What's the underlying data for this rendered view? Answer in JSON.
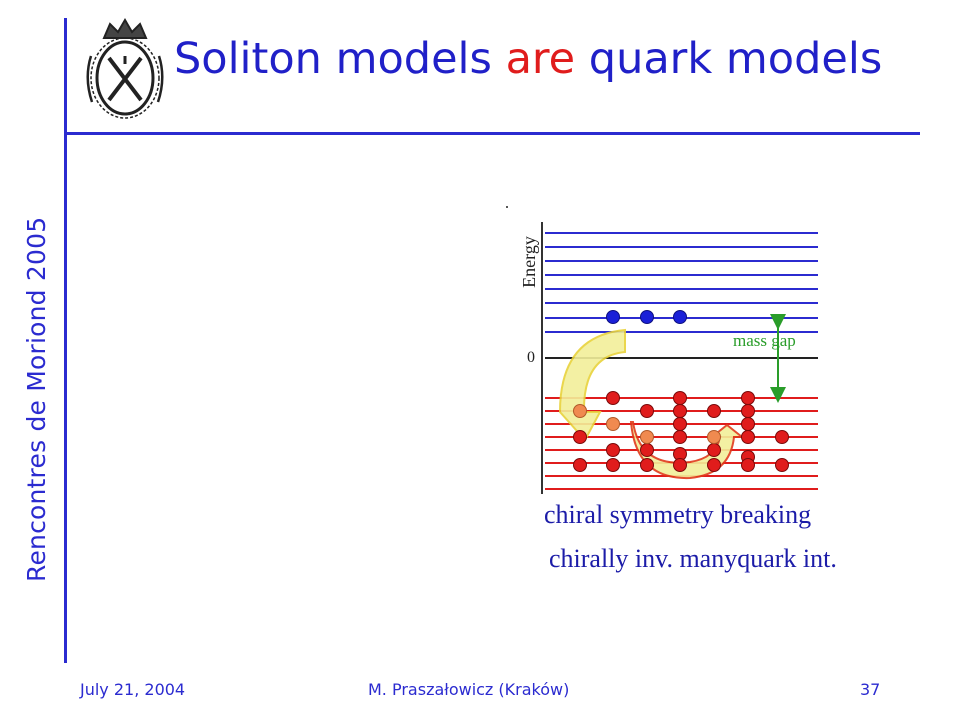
{
  "sidebar": {
    "conference": "Rencontres de Moriond 2005"
  },
  "header": {
    "title_part1": "Soliton models ",
    "title_highlight": "are",
    "title_part2": " quark models",
    "logo": "university-crest"
  },
  "diagram": {
    "energy_label": "Energy",
    "zero_label": "0",
    "gap_label": "mass gap",
    "upper_levels": 8,
    "lower_levels": 8,
    "colors": {
      "positive": "#2b2bd0",
      "negative": "#e01c1c",
      "gap": "#2a9d2a",
      "arrow": "#f2ef9a"
    }
  },
  "captions": {
    "line1": "chiral symmetry breaking",
    "line2": "chirally inv. manyquark  int."
  },
  "footer": {
    "date": "July 21, 2004",
    "author": "M. Praszałowicz (Kraków)",
    "page": "37"
  }
}
